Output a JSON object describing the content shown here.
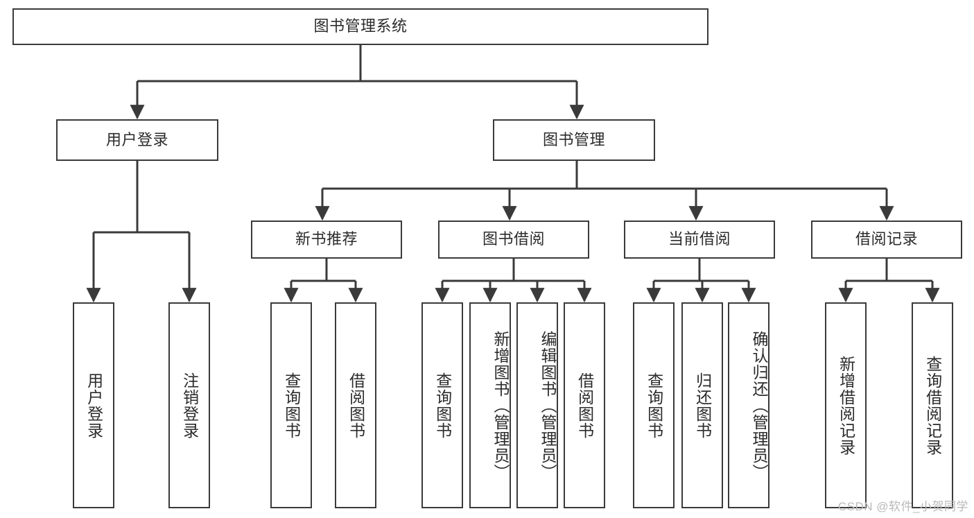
{
  "diagram": {
    "title": "图书管理系统",
    "type": "tree-hierarchy-chart",
    "root": {
      "label": "图书管理系统"
    },
    "level2": [
      {
        "label": "用户登录"
      },
      {
        "label": "图书管理"
      }
    ],
    "level3": [
      {
        "label": "新书推荐"
      },
      {
        "label": "图书借阅"
      },
      {
        "label": "当前借阅"
      },
      {
        "label": "借阅记录"
      }
    ],
    "leaves": {
      "user_login": [
        {
          "label": "用户登录"
        },
        {
          "label": "注销登录"
        }
      ],
      "new_book_recommend": [
        {
          "label": "查询图书"
        },
        {
          "label": "借阅图书"
        }
      ],
      "book_borrow": [
        {
          "label": "查询图书"
        },
        {
          "label": "新增图书（管理员）"
        },
        {
          "label": "编辑图书（管理员）"
        },
        {
          "label": "借阅图书"
        }
      ],
      "current_borrow": [
        {
          "label": "查询图书"
        },
        {
          "label": "归还图书"
        },
        {
          "label": "确认归还（管理员）"
        }
      ],
      "borrow_record": [
        {
          "label": "新增借阅记录"
        },
        {
          "label": "查询借阅记录"
        }
      ]
    },
    "watermark": "CSDN @软件_小贺同学",
    "colors": {
      "stroke": "#3a3a3a",
      "fill": "#ffffff",
      "text": "#2b2b2b",
      "watermark": "#b9b9b9"
    }
  }
}
